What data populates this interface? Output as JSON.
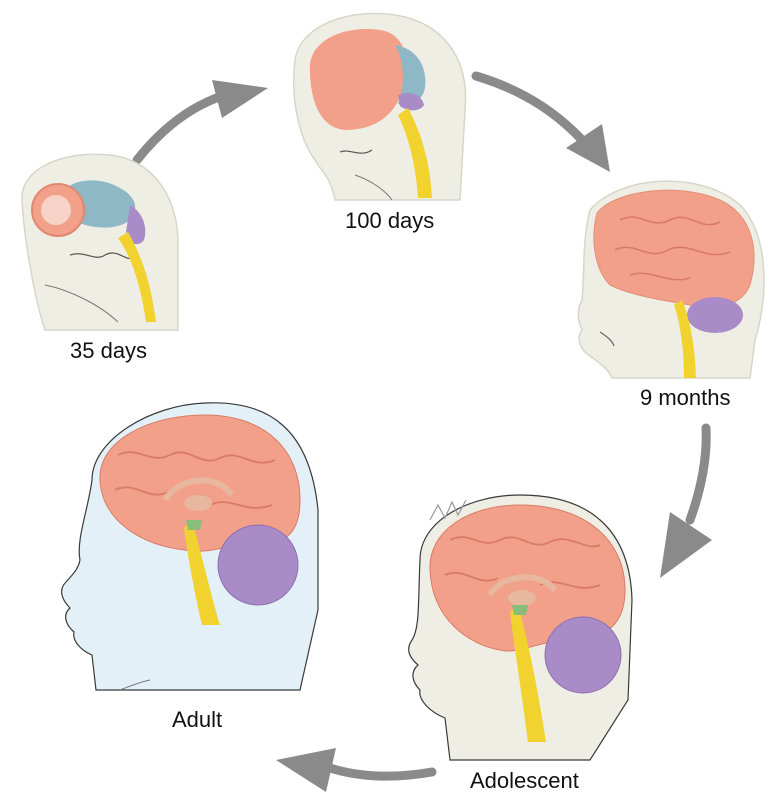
{
  "stages": [
    {
      "id": "35-days",
      "label": "35 days"
    },
    {
      "id": "100-days",
      "label": "100 days"
    },
    {
      "id": "9-months",
      "label": "9 months"
    },
    {
      "id": "adolescent",
      "label": "Adolescent"
    },
    {
      "id": "adult",
      "label": "Adult"
    }
  ],
  "colors": {
    "arrow": "#8a8a8a",
    "skin": "#efeee4",
    "skin_adult": "#e3f0f7",
    "outline": "#3a3a3a",
    "cerebrum": "#f2a08a",
    "cerebrum_dark": "#d97b66",
    "midbrain_blue": "#8fb8c6",
    "cerebellum": "#a98bc8",
    "brainstem": "#f1d22f",
    "thalamus": "#e8b7a0"
  },
  "icons": [
    "cycle-arrow-icon"
  ]
}
